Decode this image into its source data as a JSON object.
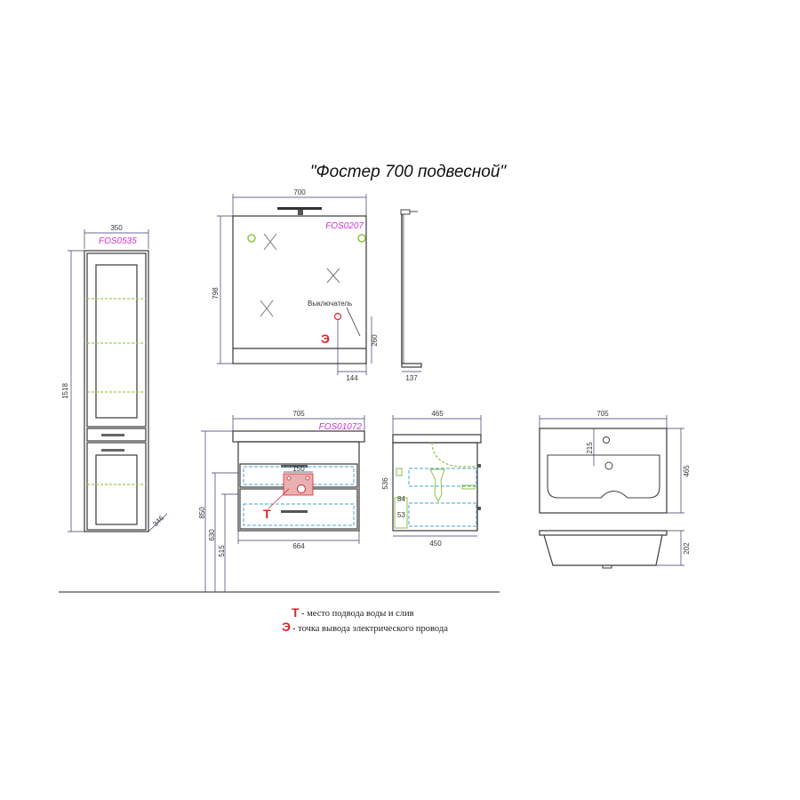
{
  "title": "\"Фостер 700 подвесной\"",
  "colors": {
    "code": "#cc33cc",
    "mark": "#d8262b",
    "dimension": "#3a3a6a",
    "plumbing_zone": "#4aa3d8",
    "green": "#8cc63f"
  },
  "pencil_case": {
    "code": "FOS0535",
    "width": "350",
    "height": "1518",
    "depth": "346"
  },
  "mirror": {
    "code": "FOS0207",
    "width": "700",
    "height": "798",
    "switch_label": "Выключатель",
    "socket_height": "260",
    "socket_offset": "144",
    "side_depth": "137",
    "mark": "Э"
  },
  "vanity": {
    "code": "FOS01072",
    "width": "705",
    "inner_width": "664",
    "dim_150": "150",
    "height_850": "850",
    "height_630": "630",
    "height_515": "515",
    "mark": "Т"
  },
  "vanity_side": {
    "depth": "465",
    "height": "536",
    "inner_depth": "450",
    "dim_84": "84",
    "dim_53": "53"
  },
  "sink": {
    "width": "705",
    "depth": "465",
    "hole_offset": "215",
    "height": "202"
  },
  "legend": [
    {
      "mark": "Т",
      "text": "- место подвода воды и слив"
    },
    {
      "mark": "Э",
      "text": "- точка вывода электрического провода"
    }
  ]
}
